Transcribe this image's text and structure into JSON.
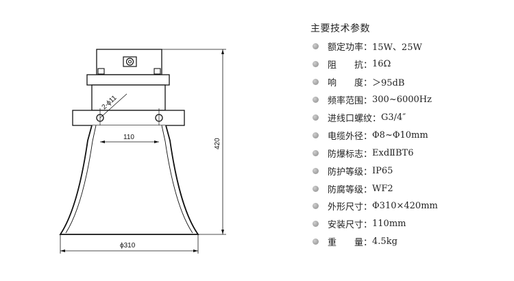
{
  "drawing": {
    "labels": {
      "hole_callout": "2-ϕ11",
      "hole_spacing": "110",
      "height": "420",
      "mouth_diameter": "ϕ310"
    }
  },
  "specs": {
    "title": "主要技术参数",
    "items": [
      {
        "label": "额定功率：",
        "value": "15W、25W"
      },
      {
        "label": "阻　　抗：",
        "value": "16Ω"
      },
      {
        "label": "响　　度：",
        "value": "＞95dB"
      },
      {
        "label": "频率范围：",
        "value": "300~6000Hz"
      },
      {
        "label": "进线口螺纹：",
        "value": "G3/4″"
      },
      {
        "label": "电缆外径：",
        "value": "Φ8~Φ10mm"
      },
      {
        "label": "防爆标志：",
        "value": "ExdⅡBT6"
      },
      {
        "label": "防护等级：",
        "value": "IP65"
      },
      {
        "label": "防腐等级：",
        "value": "WF2"
      },
      {
        "label": "外形尺寸：",
        "value": "Φ310×420mm"
      },
      {
        "label": "安装尺寸：",
        "value": "110mm"
      },
      {
        "label": "重　　量：",
        "value": "4.5kg"
      }
    ]
  }
}
